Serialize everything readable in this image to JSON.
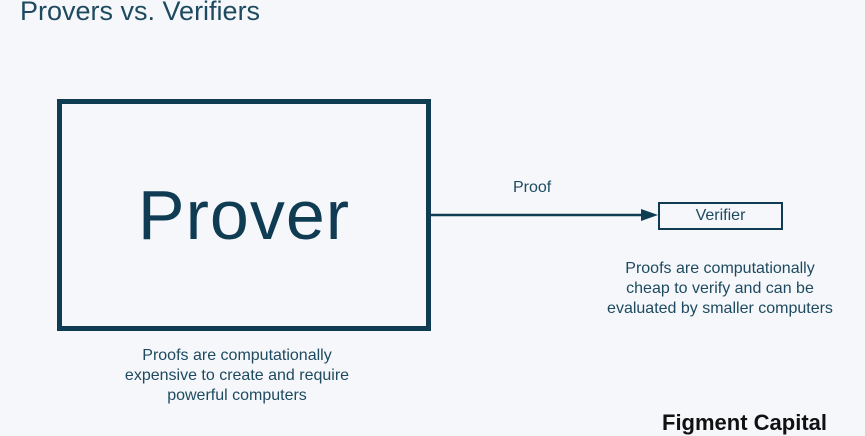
{
  "title": "Provers vs. Verifiers",
  "prover": {
    "label": "Prover",
    "description": "Proofs are computationally expensive to create and require powerful computers"
  },
  "arrow": {
    "label": "Proof"
  },
  "verifier": {
    "label": "Verifier",
    "description": "Proofs are computationally cheap to verify and can be evaluated by smaller computers"
  },
  "brand": "Figment Capital",
  "colors": {
    "background": "#f5f7fa",
    "stroke": "#0f3b53",
    "text": "#1e4a60"
  }
}
